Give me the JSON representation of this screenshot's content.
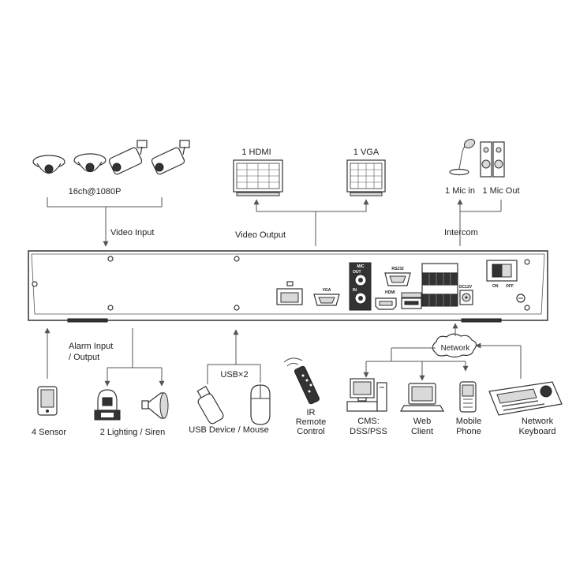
{
  "labels": {
    "cameras": "16ch@1080P",
    "video_input": "Video Input",
    "hdmi": "1 HDMI",
    "vga_monitor": "1 VGA",
    "video_output": "Video Output",
    "mic_in": "1 Mic in",
    "mic_out": "1 Mic Out",
    "intercom": "Intercom",
    "alarm_io_1": "Alarm Input",
    "alarm_io_2": "/ Output",
    "usb_x2": "USB×2",
    "network": "Network",
    "sensor": "4 Sensor",
    "lighting_siren": "2 Lighting / Siren",
    "usb_device_mouse": "USB Device / Mouse",
    "ir_1": "IR",
    "ir_2": "Remote",
    "ir_3": "Control",
    "cms_1": "CMS:",
    "cms_2": "DSS/PSS",
    "web_1": "Web",
    "web_2": "Client",
    "mobile_1": "Mobile",
    "mobile_2": "Phone",
    "netkb_1": "Network",
    "netkb_2": "Keyboard"
  },
  "panel": {
    "vga_port": "VGA",
    "rs232_port": "RS232",
    "hdmi_port": "HDMI",
    "mic_port": "MIC",
    "out_port": "OUT",
    "in_port": "IN",
    "power_port": "DC12V",
    "switch_on": "ON",
    "switch_off": "OFF"
  }
}
